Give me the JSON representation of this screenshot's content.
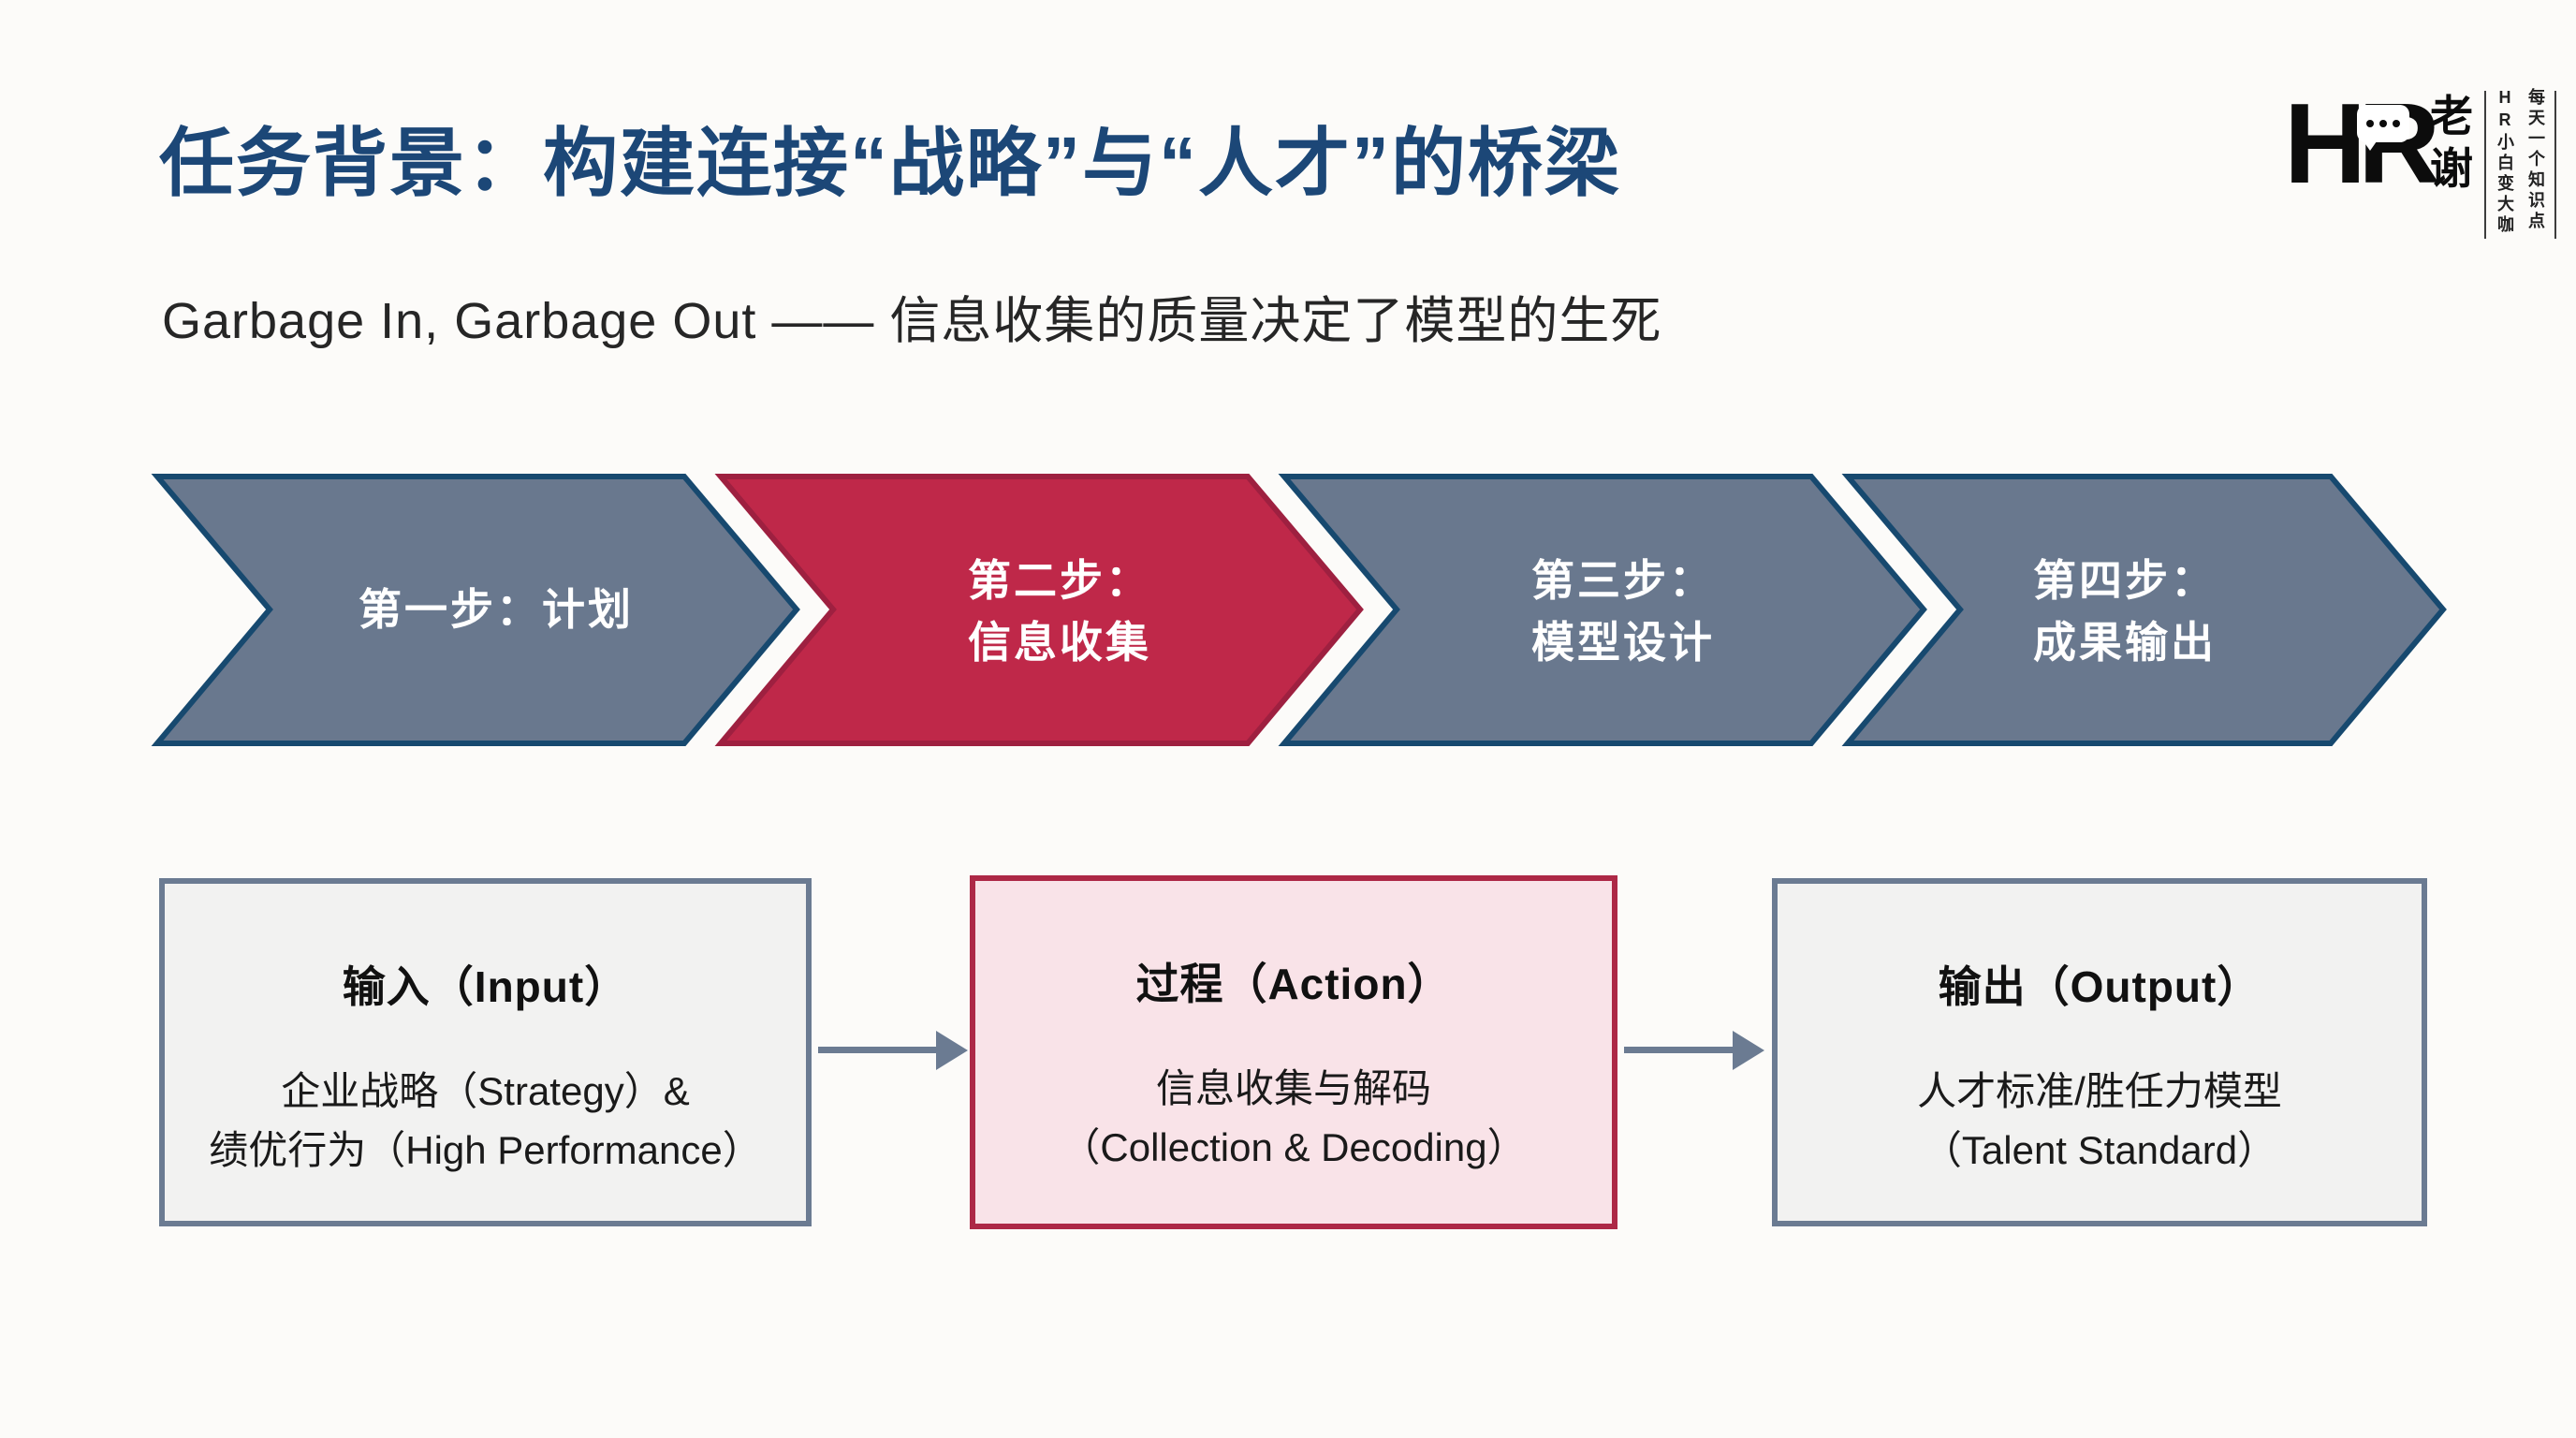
{
  "slide": {
    "title": "任务背景：构建连接“战略”与“人才”的桥梁",
    "subtitle": "Garbage In, Garbage Out —— 信息收集的质量决定了模型的生死"
  },
  "logo": {
    "brand": "HR",
    "name_char1": "老",
    "name_char2": "谢",
    "tagline_left": "HR小白变大咖",
    "tagline_right": "每天一个知识点"
  },
  "process_steps": [
    {
      "line1": "第一步：计划"
    },
    {
      "line1": "第二步：",
      "line2": "信息收集"
    },
    {
      "line1": "第三步：",
      "line2": "模型设计"
    },
    {
      "line1": "第四步：",
      "line2": "成果输出"
    }
  ],
  "io_flow": {
    "boxes": [
      {
        "title": "输入（Input）",
        "line1": "企业战略（Strategy）&",
        "line2": "绩优行为（High Performance）"
      },
      {
        "title": "过程（Action）",
        "line1": "信息收集与解码",
        "line2": "（Collection & Decoding）"
      },
      {
        "title": "输出（Output）",
        "line1": "人才标准/胜任力模型",
        "line2": "（Talent Standard）"
      }
    ]
  },
  "colors": {
    "title_navy": "#1c4777",
    "step_fill": "#69788e",
    "step_border": "#17496f",
    "step_highlight_fill": "#bf2849",
    "step_highlight_border": "#9e2040",
    "box_fill": "#f2f2f1",
    "box_border": "#6b7b92",
    "box_highlight_fill": "#f9e3e8",
    "box_highlight_border": "#ad2846",
    "arrow": "#6b7b92"
  }
}
